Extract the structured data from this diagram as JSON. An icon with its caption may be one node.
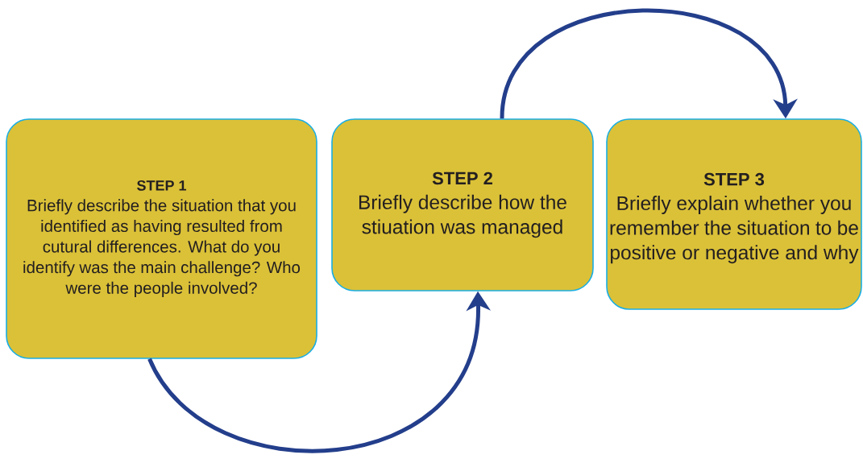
{
  "diagram": {
    "nodes": [
      {
        "text": [
          "STEP 1",
          "Briefly describe the situation that you identified as having resulted from cutural differences. What do you identify was the main challenge? Who were the people involved?"
        ]
      },
      {
        "text": [
          "STEP 2",
          "Briefly describe how the stiuation was managed"
        ]
      },
      {
        "text": [
          "STEP 3",
          "Briefly explain whether you remember the situation to be positive or negative and why"
        ]
      }
    ],
    "edges": [
      {
        "from": 0,
        "to": 1,
        "arrow": "to"
      },
      {
        "from": 1,
        "to": 2,
        "arrow": "to"
      }
    ]
  }
}
